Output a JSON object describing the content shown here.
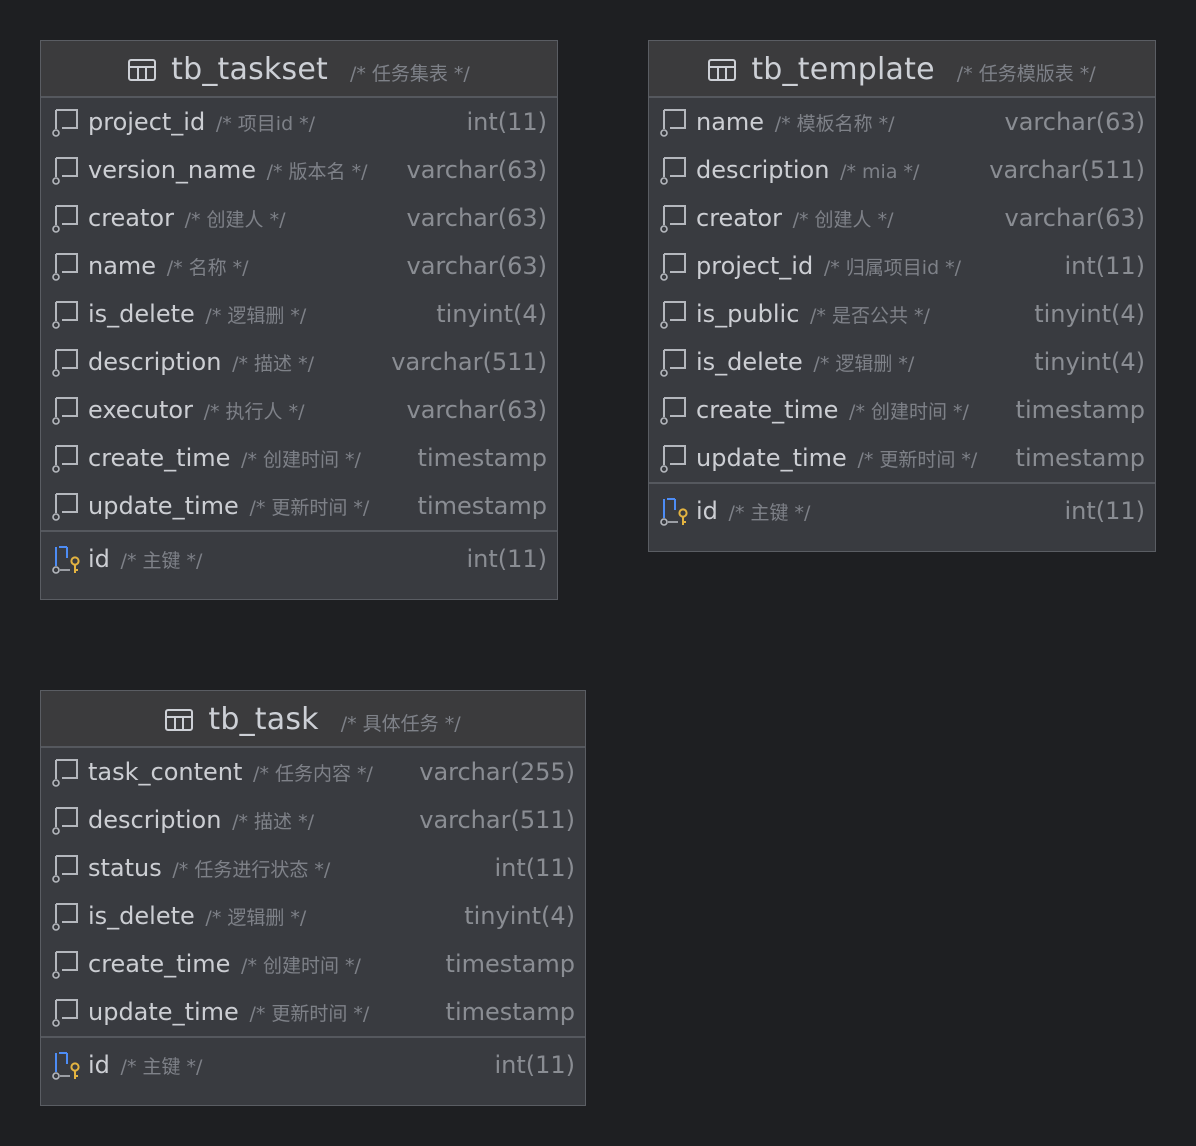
{
  "tables": [
    {
      "name": "tb_taskset",
      "comment": "/* 任务集表 */",
      "columns": [
        {
          "name": "project_id",
          "comment": "/* 项目id */",
          "type": "int(11)"
        },
        {
          "name": "version_name",
          "comment": "/* 版本名 */",
          "type": "varchar(63)"
        },
        {
          "name": "creator",
          "comment": "/* 创建人 */",
          "type": "varchar(63)"
        },
        {
          "name": "name",
          "comment": "/* 名称 */",
          "type": "varchar(63)"
        },
        {
          "name": "is_delete",
          "comment": "/* 逻辑删 */",
          "type": "tinyint(4)"
        },
        {
          "name": "description",
          "comment": "/* 描述 */",
          "type": "varchar(511)"
        },
        {
          "name": "executor",
          "comment": "/* 执行人 */",
          "type": "varchar(63)"
        },
        {
          "name": "create_time",
          "comment": "/* 创建时间 */",
          "type": "timestamp"
        },
        {
          "name": "update_time",
          "comment": "/* 更新时间 */",
          "type": "timestamp"
        }
      ],
      "primary_key": {
        "name": "id",
        "comment": "/* 主键 */",
        "type": "int(11)"
      }
    },
    {
      "name": "tb_template",
      "comment": "/* 任务模版表 */",
      "columns": [
        {
          "name": "name",
          "comment": "/* 模板名称 */",
          "type": "varchar(63)"
        },
        {
          "name": "description",
          "comment": "/* mia */",
          "type": "varchar(511)"
        },
        {
          "name": "creator",
          "comment": "/* 创建人 */",
          "type": "varchar(63)"
        },
        {
          "name": "project_id",
          "comment": "/* 归属项目id */",
          "type": "int(11)"
        },
        {
          "name": "is_public",
          "comment": "/* 是否公共 */",
          "type": "tinyint(4)"
        },
        {
          "name": "is_delete",
          "comment": "/* 逻辑删 */",
          "type": "tinyint(4)"
        },
        {
          "name": "create_time",
          "comment": "/* 创建时间 */",
          "type": "timestamp"
        },
        {
          "name": "update_time",
          "comment": "/* 更新时间 */",
          "type": "timestamp"
        }
      ],
      "primary_key": {
        "name": "id",
        "comment": "/* 主键 */",
        "type": "int(11)"
      }
    },
    {
      "name": "tb_task",
      "comment": "/* 具体任务 */",
      "columns": [
        {
          "name": "task_content",
          "comment": "/* 任务内容 */",
          "type": "varchar(255)"
        },
        {
          "name": "description",
          "comment": "/* 描述 */",
          "type": "varchar(511)"
        },
        {
          "name": "status",
          "comment": "/* 任务进行状态 */",
          "type": "int(11)"
        },
        {
          "name": "is_delete",
          "comment": "/* 逻辑删 */",
          "type": "tinyint(4)"
        },
        {
          "name": "create_time",
          "comment": "/* 创建时间 */",
          "type": "timestamp"
        },
        {
          "name": "update_time",
          "comment": "/* 更新时间 */",
          "type": "timestamp"
        }
      ],
      "primary_key": {
        "name": "id",
        "comment": "/* 主键 */",
        "type": "int(11)"
      }
    }
  ],
  "icons": {
    "table": "table-icon",
    "column": "column-icon",
    "primary_key": "primary-key-column-icon"
  },
  "colors": {
    "background": "#1e1f22",
    "table_fill": "#393b40",
    "header_fill": "#3b3b3d",
    "name_text": "#ccced3",
    "comment_text": "#7e8188",
    "type_text": "#8a8d93",
    "key_gold": "#e3b341",
    "key_blue": "#4d8cf5"
  }
}
